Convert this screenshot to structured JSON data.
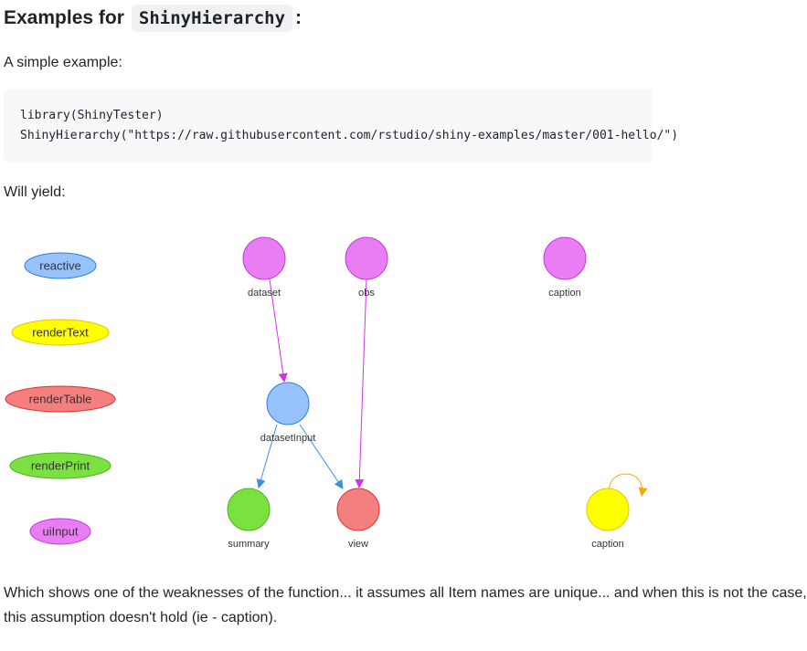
{
  "heading": {
    "prefix": "Examples for",
    "code": "ShinyHierarchy",
    "suffix": ":"
  },
  "intro": "A simple example:",
  "code": {
    "line1": "library(ShinyTester)",
    "line2": "ShinyHierarchy(\"https://raw.githubusercontent.com/rstudio/shiny-examples/master/001-hello/\")"
  },
  "yield": "Will yield:",
  "graph": {
    "legend": [
      {
        "label": "reactive",
        "fill": "#97c2fc",
        "stroke": "#2b7ce9"
      },
      {
        "label": "renderText",
        "fill": "#ffff00",
        "stroke": "#e6c300"
      },
      {
        "label": "renderTable",
        "fill": "#f47f7f",
        "stroke": "#e62e2e"
      },
      {
        "label": "renderPrint",
        "fill": "#7be141",
        "stroke": "#4ab31b"
      },
      {
        "label": "uiInput",
        "fill": "#eb7df4",
        "stroke": "#c037df"
      }
    ],
    "nodes": [
      {
        "id": "dataset",
        "label": "dataset",
        "fill": "#eb7df4",
        "stroke": "#c037df"
      },
      {
        "id": "obs",
        "label": "obs",
        "fill": "#eb7df4",
        "stroke": "#c037df"
      },
      {
        "id": "caption_input",
        "label": "caption",
        "fill": "#eb7df4",
        "stroke": "#c037df"
      },
      {
        "id": "datasetInput",
        "label": "datasetInput",
        "fill": "#97c2fc",
        "stroke": "#2b7ce9"
      },
      {
        "id": "summary",
        "label": "summary",
        "fill": "#7be141",
        "stroke": "#4ab31b"
      },
      {
        "id": "view",
        "label": "view",
        "fill": "#f47f7f",
        "stroke": "#e62e2e"
      },
      {
        "id": "caption_output",
        "label": "caption",
        "fill": "#ffff00",
        "stroke": "#e6c300"
      }
    ],
    "edges": [
      {
        "from": "dataset",
        "to": "datasetInput",
        "color": "#d332e8"
      },
      {
        "from": "obs",
        "to": "view",
        "color": "#d332e8"
      },
      {
        "from": "datasetInput",
        "to": "summary",
        "color": "#3a8ee6"
      },
      {
        "from": "datasetInput",
        "to": "view",
        "color": "#3a8ee6"
      },
      {
        "from": "caption_output",
        "to": "caption_output",
        "color": "#ffa500"
      }
    ]
  },
  "closing": {
    "line1": "Which shows one of the weaknesses of the function... it assumes all Item names are unique... and when this is not the case,",
    "line2": "this assumption doesn't hold (ie - caption)."
  }
}
